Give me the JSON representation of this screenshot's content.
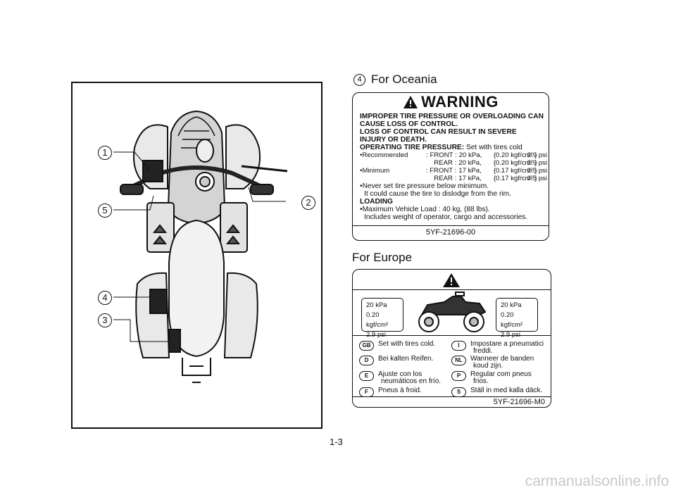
{
  "page": {
    "number": "1-3",
    "watermark": "carmanualsonline.info"
  },
  "figure": {
    "callouts": [
      "1",
      "2",
      "3",
      "4",
      "5"
    ]
  },
  "oceania": {
    "marker": "4",
    "heading": "For Oceania",
    "warning_word": "WARNING",
    "line1": "IMPROPER TIRE PRESSURE OR OVERLOADING CAN",
    "line2": "CAUSE LOSS OF CONTROL.",
    "line3": "LOSS OF CONTROL CAN RESULT IN SEVERE",
    "line4": "INJURY OR DEATH.",
    "otp_label": "OPERATING TIRE PRESSURE:",
    "otp_value": "Set with tires cold",
    "rows": [
      {
        "label": "•Recommended",
        "position": ": FRONT :",
        "kpa": "20   kPa,",
        "kgf": "{0.20  kgf/cm² }",
        "psi": "2.9 psi"
      },
      {
        "label": "",
        "position": "REAR   :",
        "kpa": "20   kPa,",
        "kgf": "{0.20  kgf/cm² }",
        "psi": "2.9 psi"
      },
      {
        "label": "•Minimum",
        "position": ": FRONT :",
        "kpa": "17   kPa,",
        "kgf": "{0.17  kgf/cm² }",
        "psi": "2.5 psi"
      },
      {
        "label": "",
        "position": "REAR   :",
        "kpa": "17   kPa,",
        "kgf": "{0.17  kgf/cm² }",
        "psi": "2.5 psi"
      }
    ],
    "never1": "•Never set tire pressure below minimum.",
    "never2": "It could cause the tire to dislodge from the rim.",
    "loading": "LOADING",
    "max1": "•Maximum Vehicle Load  :  40 kg, (88 lbs).",
    "max2": "Includes weight of operator, cargo and accessories.",
    "code": "5YF-21696-00"
  },
  "europe": {
    "heading": "For Europe",
    "pressure": {
      "kpa": "20    kPa",
      "kgf": "0.20 kgf/cm²",
      "psi": "2.9    psi"
    },
    "langs_left": [
      {
        "code": "GB",
        "l1": "Set with tires cold.",
        "l2": ""
      },
      {
        "code": "D",
        "l1": "Bei kalten Reifen.",
        "l2": ""
      },
      {
        "code": "E",
        "l1": "Ajuste con los",
        "l2": "neumáticos en frío."
      },
      {
        "code": "F",
        "l1": "Pneus à froid.",
        "l2": ""
      }
    ],
    "langs_right": [
      {
        "code": "I",
        "l1": "Impostare a pneumatici",
        "l2": "freddi."
      },
      {
        "code": "NL",
        "l1": "Wanneer de banden",
        "l2": "koud zijn."
      },
      {
        "code": "P",
        "l1": "Regular com pneus",
        "l2": "frios."
      },
      {
        "code": "S",
        "l1": "Ställ in med kalla däck.",
        "l2": ""
      }
    ],
    "code": "5YF-21696-M0"
  },
  "icons": [
    "warning-triangle-icon",
    "atv-icon"
  ]
}
